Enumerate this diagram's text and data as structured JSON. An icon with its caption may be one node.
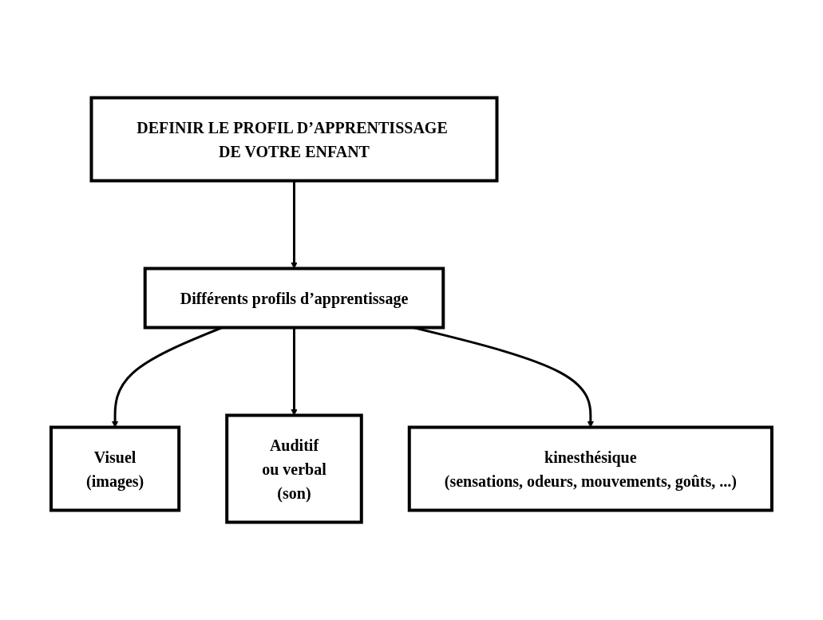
{
  "diagram": {
    "nodes": [
      {
        "text": [
          "DEFINIR LE PROFIL D’APPRENTISSAGE DE VOTRE ENFANT"
        ]
      },
      {
        "text": [
          "Différents profils d’apprentissage"
        ]
      },
      {
        "text": [
          "Visuel",
          "(images)"
        ]
      },
      {
        "text": [
          "Auditif",
          "ou verbal",
          "(son)"
        ]
      },
      {
        "text": [
          "kinesthésique",
          "(sensations, odeurs, mouvements, goûts, ...)"
        ]
      }
    ],
    "edges": [
      {
        "from": 0,
        "to": 1,
        "arrow": "to"
      },
      {
        "from": 1,
        "to": 2,
        "arrow": "to"
      },
      {
        "from": 1,
        "to": 3,
        "arrow": "to"
      },
      {
        "from": 1,
        "to": 4,
        "arrow": "to"
      }
    ]
  }
}
